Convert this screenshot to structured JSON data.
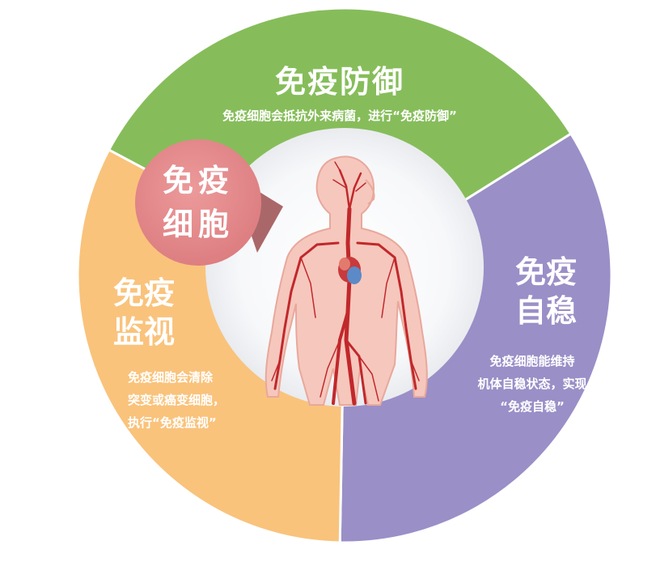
{
  "colors": {
    "defense": "#86bd5a",
    "stability": "#9a8fc7",
    "surveillance": "#f9c37c",
    "cell_bubble": "#e48a8c",
    "inner_circle": "#ffffff",
    "body": "#f6c7bd",
    "vessels": "#c1282b",
    "text": "#ffffff"
  },
  "diagram": {
    "center_label": "免疫\n细胞",
    "sections": {
      "defense": {
        "title": "免疫防御",
        "description": "免疫细胞会抵抗外来病菌，进行“免疫防御”"
      },
      "stability": {
        "title": "免疫\n自稳",
        "description": "免疫细胞能维持\n机体自稳状态，实现\n“免疫自稳”"
      },
      "surveillance": {
        "title": "免疫\n监视",
        "description": "免疫细胞会清除\n突变或癌变细胞，\n执行“免疫监视”"
      }
    },
    "figure": {
      "icon": "human-circulatory-system"
    }
  }
}
